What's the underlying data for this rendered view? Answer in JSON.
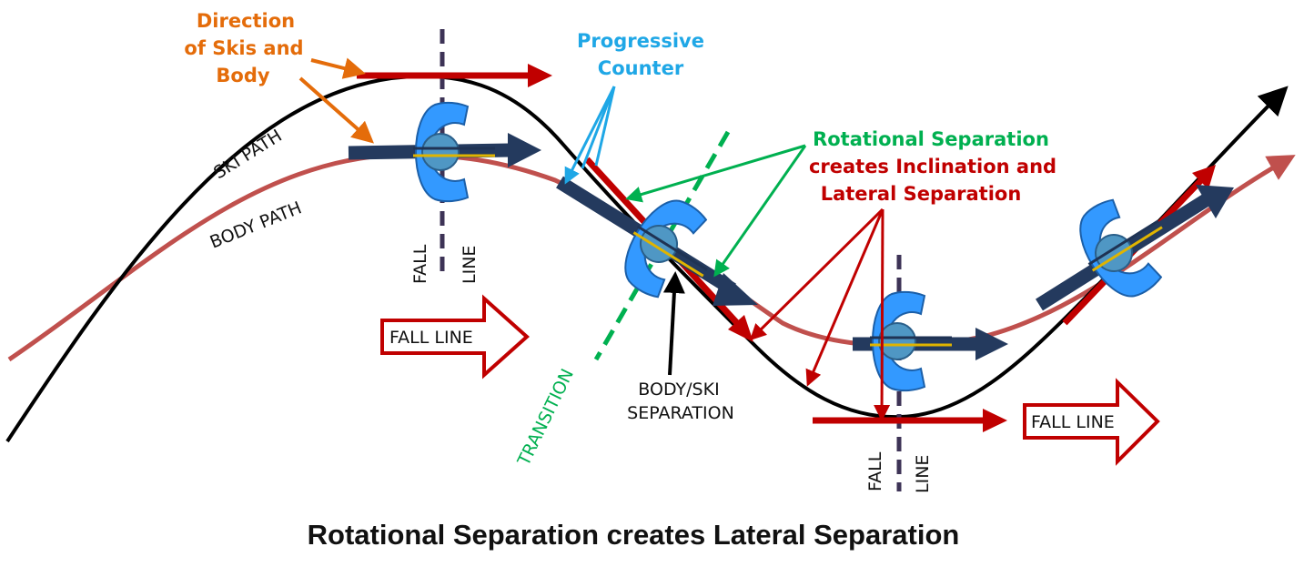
{
  "labels": {
    "direction_line1": "Direction",
    "direction_line2": "of Skis and",
    "direction_line3": "Body",
    "progressive_line1": "Progressive",
    "progressive_line2": "Counter",
    "rotational_line1": "Rotational Separation",
    "rotational_line2": "creates Inclination and",
    "rotational_line3": "Lateral Separation",
    "ski_path": "SKI PATH",
    "body_path": "BODY PATH",
    "fall": "FALL",
    "line": "LINE",
    "fall_line_arrow": "FALL LINE",
    "transition": "TRANSITION",
    "body_ski_line1": "BODY/SKI",
    "body_ski_line2": "SEPARATION"
  },
  "caption": "Rotational Separation creates Lateral Separation",
  "colors": {
    "ski_path": "#000000",
    "body_path": "#c0504d",
    "red_arrow": "#c00000",
    "navy_arrow": "#243a5e",
    "skier_blue": "#3399ff",
    "skier_hub": "#4f97c4",
    "orange": "#e46c0a",
    "cyan": "#1fa7e6",
    "green": "#00b050",
    "dashed_dark": "#3d3356"
  },
  "icons": [
    "skier-icon"
  ]
}
